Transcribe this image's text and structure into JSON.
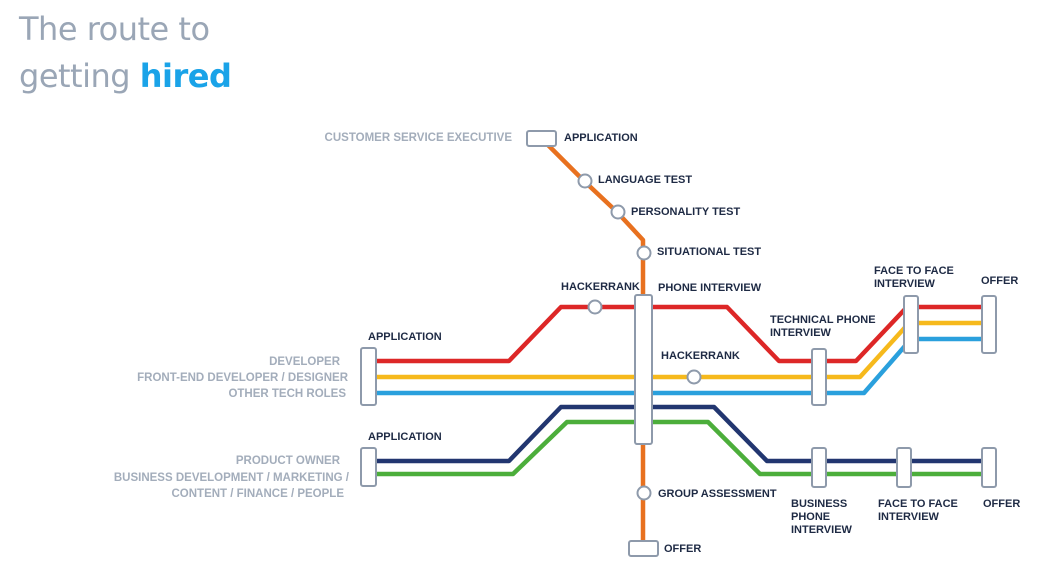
{
  "title": {
    "line1": "The route to",
    "line2_prefix": "getting ",
    "line2_highlight": "hired"
  },
  "colors": {
    "orange": "#e8711f",
    "red": "#dd2727",
    "yellow": "#f6b91c",
    "blue": "#2aa0dd",
    "navy": "#223670",
    "green": "#4cae3b",
    "station_stroke": "#8e9aab",
    "label": "#1e2a44",
    "role_label": "#a3adbb",
    "accent": "#1aa3e8"
  },
  "roles": {
    "cse": "CUSTOMER SERVICE EXECUTIVE",
    "tech": [
      "DEVELOPER",
      "FRONT-END DEVELOPER / DESIGNER",
      "OTHER TECH ROLES"
    ],
    "business": [
      "PRODUCT OWNER",
      "BUSINESS DEVELOPMENT / MARKETING /",
      "CONTENT / FINANCE / PEOPLE"
    ]
  },
  "stations": {
    "cse_application": "APPLICATION",
    "language_test": "LANGUAGE TEST",
    "personality_test": "PERSONALITY TEST",
    "situational_test": "SITUATIONAL TEST",
    "hackerrank_top": "HACKERRANK",
    "phone_interview": "PHONE INTERVIEW",
    "tech_application": "APPLICATION",
    "hackerrank_mid": "HACKERRANK",
    "technical_phone_interview": [
      "TECHNICAL PHONE",
      "INTERVIEW"
    ],
    "face_to_face_tech": [
      "FACE TO FACE",
      "INTERVIEW"
    ],
    "offer_tech": "OFFER",
    "business_application": "APPLICATION",
    "group_assessment": "GROUP ASSESSMENT",
    "business_phone_interview": [
      "BUSINESS",
      "PHONE",
      "INTERVIEW"
    ],
    "face_to_face_business": [
      "FACE TO FACE",
      "INTERVIEW"
    ],
    "offer_business": "OFFER",
    "offer_cse": "OFFER"
  }
}
